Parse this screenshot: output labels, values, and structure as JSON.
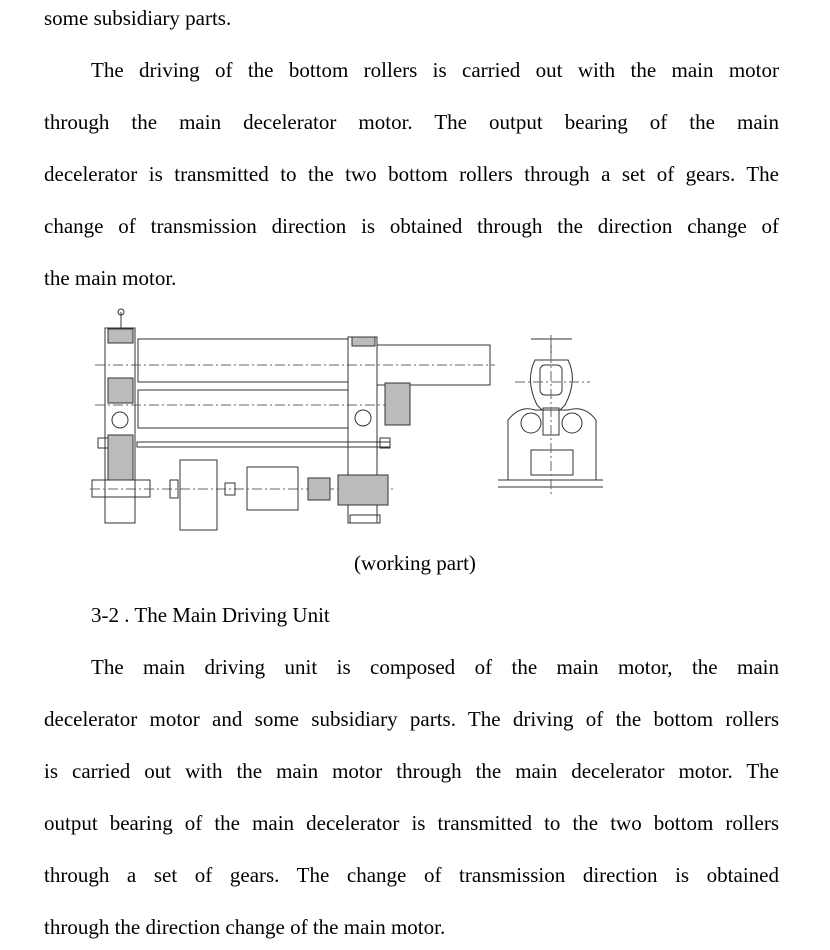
{
  "paragraph1": {
    "lines": [
      "some subsidiary parts.",
      "The driving of the bottom rollers is carried out with the main motor",
      "through the main decelerator motor. The output bearing of the main",
      "decelerator is transmitted to the two bottom rollers through a set of gears. The",
      "change of transmission direction is obtained through the direction change of",
      "the main motor."
    ]
  },
  "figure": {
    "caption": "(working part)"
  },
  "section": {
    "heading": "3-2 . The Main Driving Unit"
  },
  "paragraph2": {
    "lines": [
      "The main driving unit is composed of the main motor, the main",
      "decelerator motor and some subsidiary parts. The driving of the bottom rollers",
      "is carried out with the main motor through the main decelerator motor. The",
      "output bearing of the main decelerator is transmitted to the two bottom rollers",
      "through a set of gears. The change of transmission direction is obtained",
      "through the direction change of the main motor."
    ]
  }
}
